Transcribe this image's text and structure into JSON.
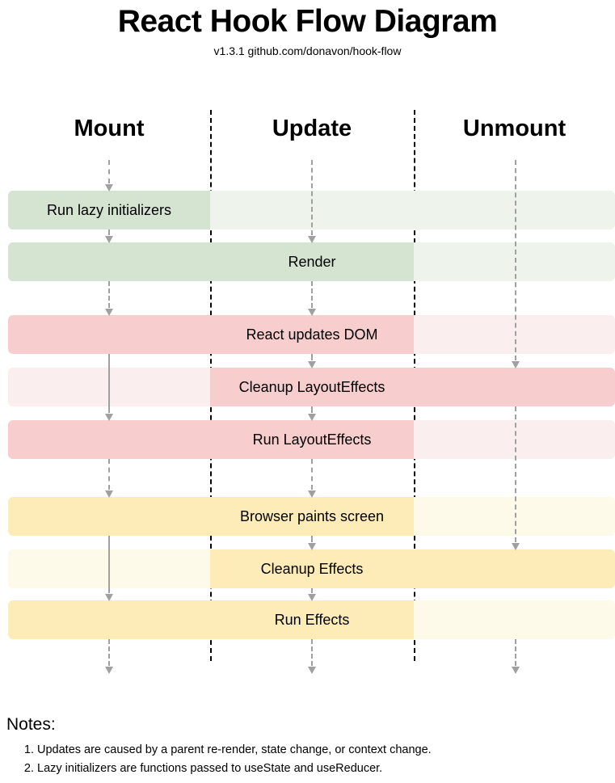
{
  "header": {
    "title": "React Hook Flow Diagram",
    "subtitle": "v1.3.1 github.com/donavon/hook-flow"
  },
  "columns": [
    {
      "key": "mount",
      "label": "Mount"
    },
    {
      "key": "update",
      "label": "Update"
    },
    {
      "key": "unmount",
      "label": "Unmount"
    }
  ],
  "colors": {
    "green_dark": "#d5e4d1",
    "green_light": "#eef4ec",
    "pink_dark": "#f7cdcd",
    "pink_light": "#fbeeee",
    "yellow_dark": "#fdecb8",
    "yellow_light": "#fefaea",
    "arrow": "#a0a0a0",
    "divider": "#000000",
    "text": "#000000",
    "background": "#ffffff"
  },
  "bands": [
    {
      "id": "run-lazy-initializers",
      "label": "Run lazy initializers",
      "label_column": "mount",
      "active": [
        "mount"
      ],
      "group": "green"
    },
    {
      "id": "render",
      "label": "Render",
      "label_column": "update",
      "active": [
        "mount",
        "update"
      ],
      "group": "green"
    },
    {
      "id": "react-updates-dom",
      "label": "React updates DOM",
      "label_column": "update",
      "active": [
        "mount",
        "update"
      ],
      "group": "pink"
    },
    {
      "id": "cleanup-layouteffects",
      "label": "Cleanup LayoutEffects",
      "label_column": "update",
      "active": [
        "update",
        "unmount"
      ],
      "group": "pink"
    },
    {
      "id": "run-layouteffects",
      "label": "Run LayoutEffects",
      "label_column": "update",
      "active": [
        "mount",
        "update"
      ],
      "group": "pink"
    },
    {
      "id": "browser-paints-screen",
      "label": "Browser paints screen",
      "label_column": "update",
      "active": [
        "mount",
        "update"
      ],
      "group": "yellow"
    },
    {
      "id": "cleanup-effects",
      "label": "Cleanup Effects",
      "label_column": "update",
      "active": [
        "update",
        "unmount"
      ],
      "group": "yellow"
    },
    {
      "id": "run-effects",
      "label": "Run Effects",
      "label_column": "update",
      "active": [
        "mount",
        "update"
      ],
      "group": "yellow"
    }
  ],
  "notes": {
    "title": "Notes:",
    "items": [
      "Updates are caused by a parent re-render, state change, or context change.",
      "Lazy initializers are functions passed to useState and useReducer."
    ]
  }
}
